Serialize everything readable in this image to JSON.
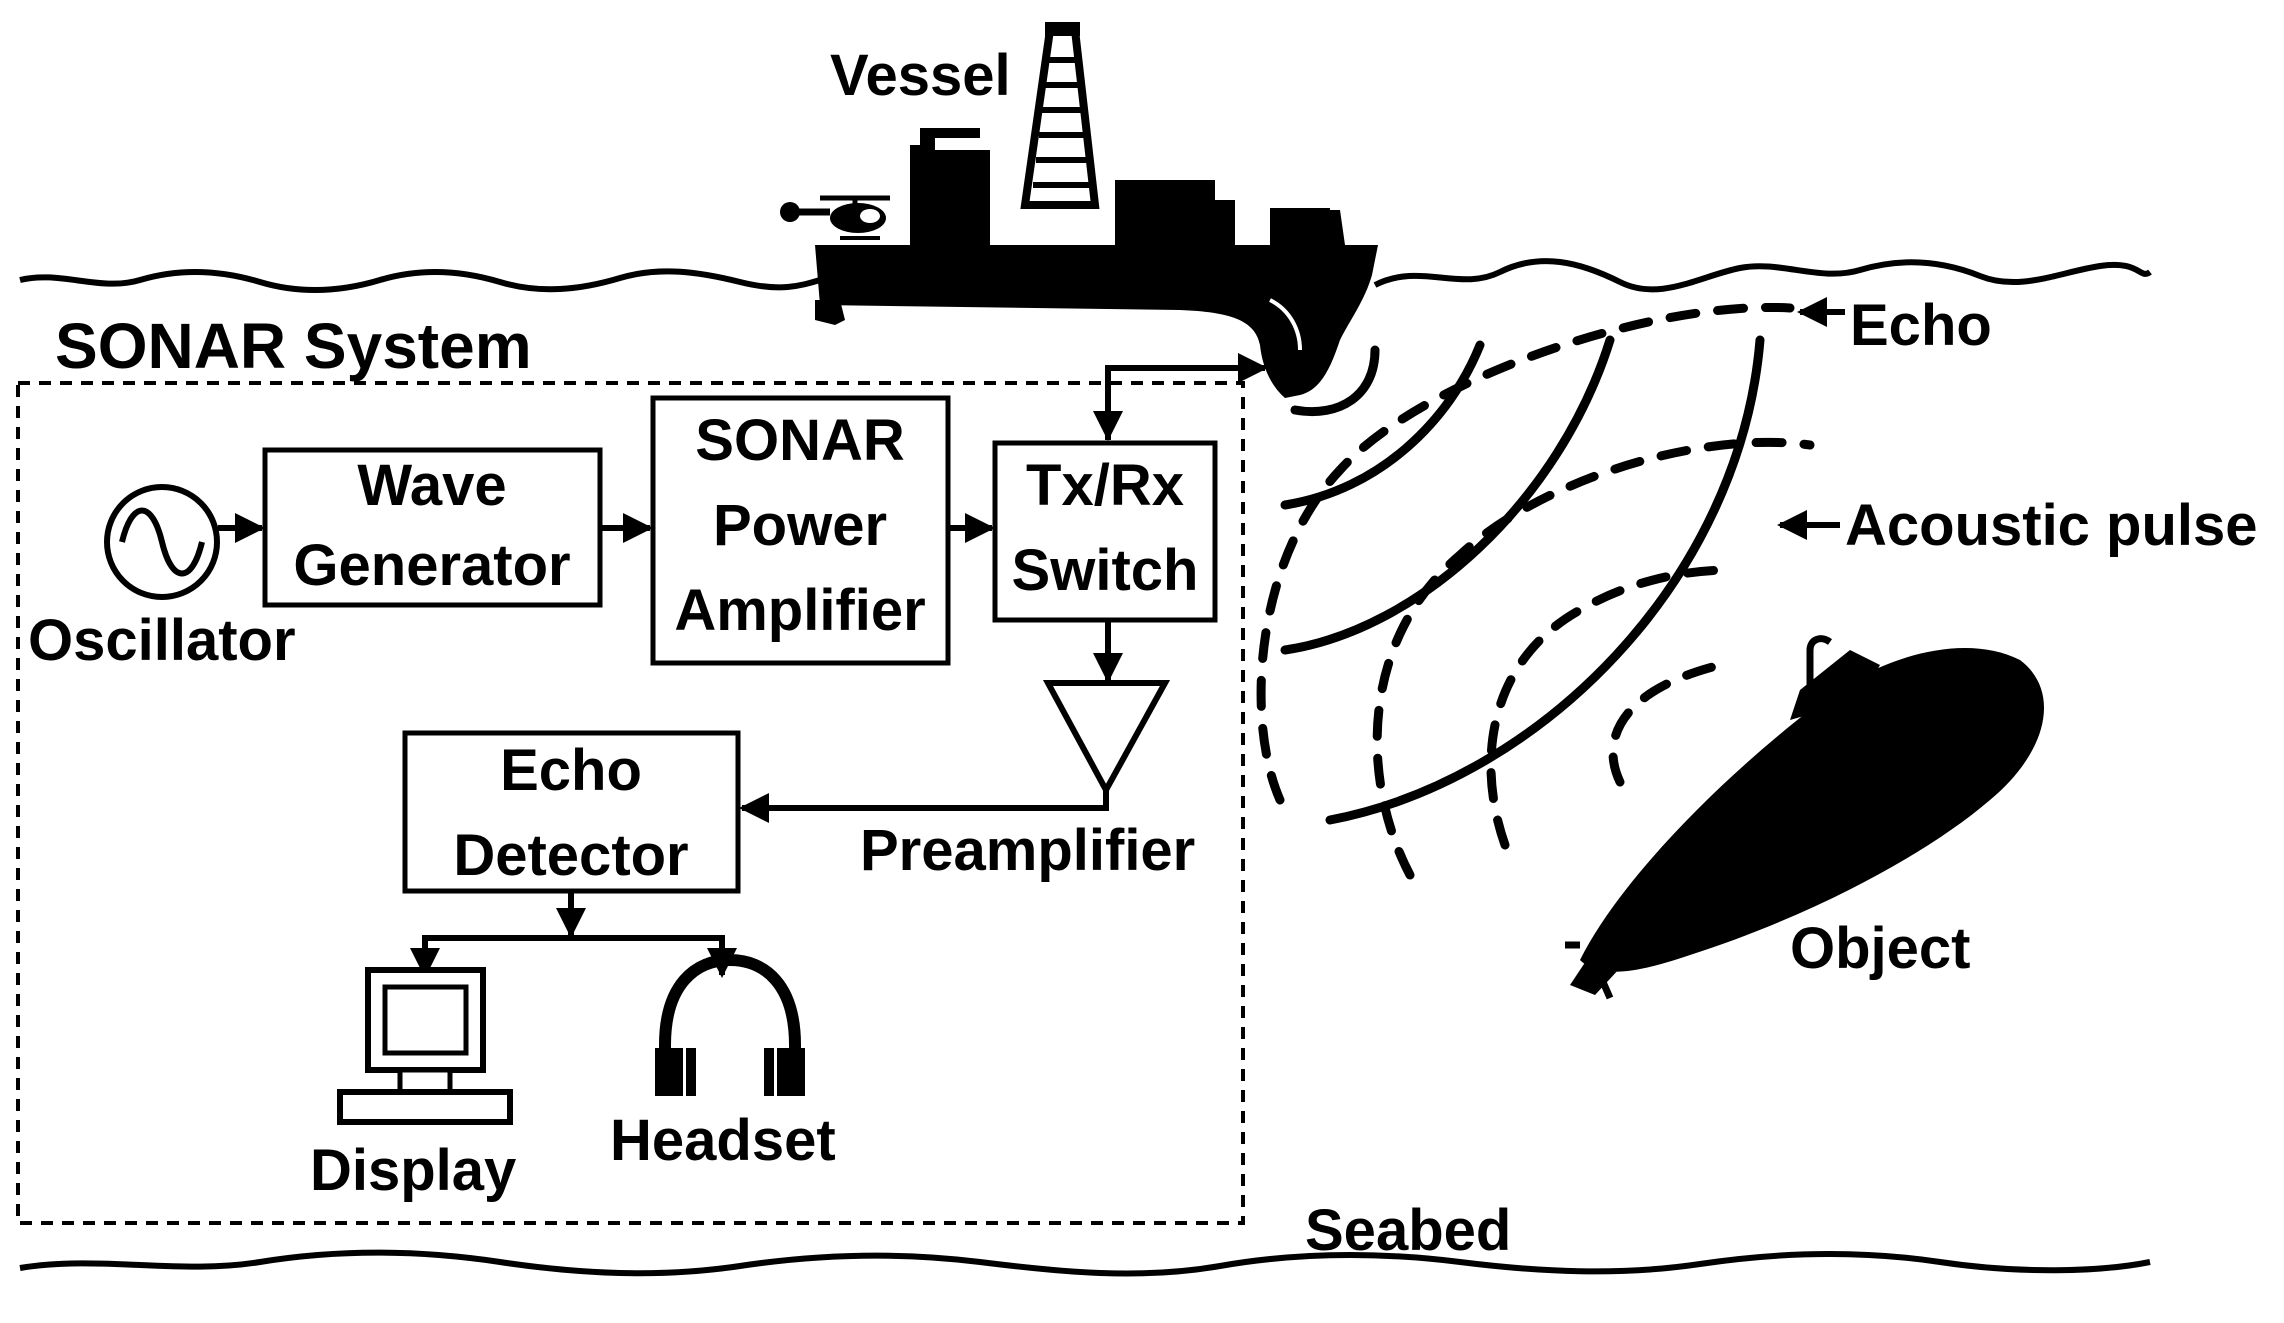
{
  "labels": {
    "system_title": "SONAR System",
    "vessel": "Vessel",
    "echo": "Echo",
    "acoustic_pulse": "Acoustic pulse",
    "object": "Object",
    "seabed": "Seabed",
    "oscillator": "Oscillator",
    "preamplifier": "Preamplifier",
    "display": "Display",
    "headset": "Headset"
  },
  "blocks": {
    "wave_generator": [
      "Wave",
      "Generator"
    ],
    "power_amplifier": [
      "SONAR",
      "Power",
      "Amplifier"
    ],
    "txrx_switch": [
      "Tx/Rx",
      "Switch"
    ],
    "echo_detector": [
      "Echo",
      "Detector"
    ]
  },
  "icons": [
    "oscillator-icon",
    "preamplifier-icon",
    "display-icon",
    "headset-icon",
    "vessel-icon",
    "submarine-icon"
  ],
  "colors": {
    "ink": "#000000",
    "background": "#ffffff"
  }
}
